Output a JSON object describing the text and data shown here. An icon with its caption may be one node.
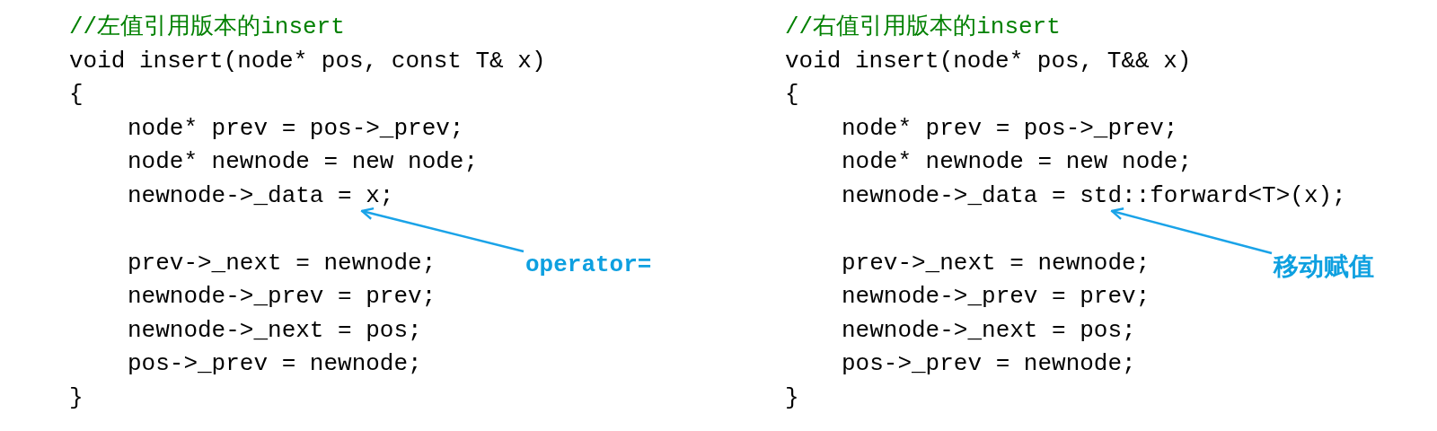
{
  "diagram": {
    "nodes": [
      {
        "text": [
          "newnode->_data = x;"
        ]
      },
      {
        "text": [
          "operator="
        ]
      },
      {
        "text": [
          "newnode->_data = std::forward<T>(x);"
        ]
      },
      {
        "text": [
          "移动赋值"
        ]
      }
    ],
    "edges": [
      {
        "from": 1,
        "to": 0,
        "arrow": "to"
      },
      {
        "from": 3,
        "to": 2,
        "arrow": "to"
      }
    ],
    "labels": [
      "//左值引用版本的insert",
      "void insert(node* pos, const T& x)",
      "{",
      "node* prev = pos->_prev;",
      "node* newnode = new node;",
      "prev->_next = newnode;",
      "newnode->_prev = prev;",
      "newnode->_next = pos;",
      "pos->_prev = newnode;",
      "}",
      "//右值引用版本的insert",
      "void insert(node* pos, T&& x)",
      "{",
      "node* prev = pos->_prev;",
      "node* newnode = new node;",
      "prev->_next = newnode;",
      "newnode->_prev = prev;",
      "newnode->_next = pos;",
      "pos->_prev = newnode;",
      "}"
    ]
  }
}
